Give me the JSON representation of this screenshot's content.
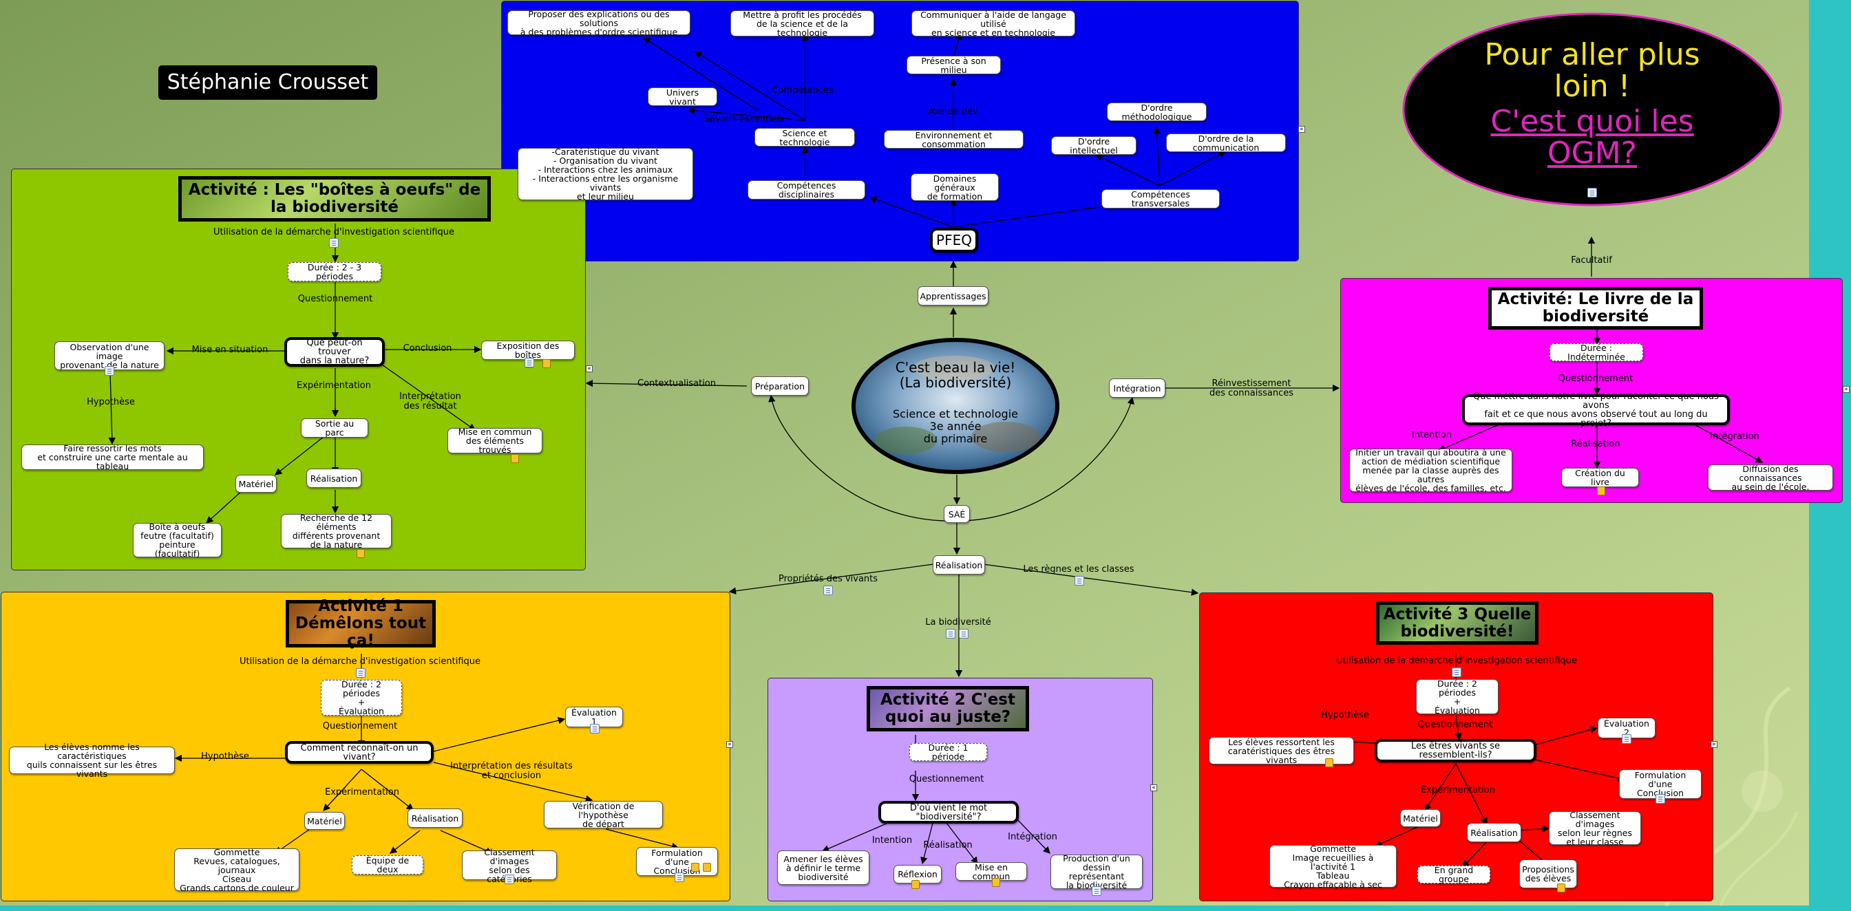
{
  "author": "Stéphanie Crousset",
  "center": {
    "title": "C'est beau la vie!\n(La biodiversité)",
    "subtitle": "Science et technologie\n3e année\ndu primaire"
  },
  "hubs": {
    "pfeq": "PFEQ",
    "apprentissages": "Apprentissages",
    "preparation": "Préparation",
    "integration": "Intégration",
    "sae": "SAÉ",
    "realisation": "Réalisation"
  },
  "links": {
    "contextualisation": "Contextualisation",
    "reinvestissement": "Réinvestissement\ndes connaissances",
    "proprietes": "Propriétés des vivants",
    "biodiversite": "La biodiversité",
    "regnes": "Les règnes et les classes",
    "facultatif": "Facultatif"
  },
  "pfeq": {
    "n1": "Proposer des explications ou des solutions\nà des problèmes d'ordre scientifique",
    "n2": "Mettre à profit les procédés\nde la science et de la technologie",
    "n3": "Communiquer à l'aide de langage utilisé\nen science et en technologie",
    "presence": "Présence à son milieu",
    "univers": "Univers vivant",
    "science": "Science et technologie",
    "environnement": "Environnement et consommation",
    "methodo": "D'ordre méthodologique",
    "intellectuel": "D'ordre intellectuel",
    "communication": "D'ordre de la communication",
    "caracteristique": "-Caratéristique du vivant\n- Organisation du vivant\n- Interactions chez les animaux\n- Interactions entre les organisme vivants\net leur milieu",
    "comp_disc": "Compétences disciplinaires",
    "domaines": "Domaines généraux\nde formation",
    "comp_trans": "Compétences transversales",
    "lbl_competences": "Compétences",
    "lbl_savoirs": "Savoirs essentiels",
    "lbl_axe": "Axe de dév."
  },
  "green": {
    "title": "Activité :\nLes \"boîtes à oeufs\" de la biodiversité",
    "demarche": "Utilisation de la démarche d'investigation scientifique",
    "duree": "Durée : 2 - 3 périodes",
    "questionnement": "Questionnement",
    "question": "Que peut-on trouver\ndans la nature?",
    "mise_situation": "Mise en situation",
    "observation": "Observation d'une image\nprovenant de la nature",
    "hypothese": "Hypothèse",
    "faire": "Faire ressortir les mots\net construire une carte mentale au tableau",
    "conclusion": "Conclusion",
    "exposition": "Exposition des boîtes",
    "experimentation": "Expérimentation",
    "interpretation": "Interprétation\ndes résultat",
    "mise_commun": "Mise en commun\ndes éléments trouvés",
    "sortie": "Sortie au parc",
    "materiel": "Matériel",
    "realisation": "Réalisation",
    "boite": "Boîte à oeufs\nfeutre (facultatif)\npeinture (facultatif)",
    "recherche": "Recherche de 12 éléments\ndifférents provenant\nde la nature"
  },
  "magenta": {
    "title": "Activité:\nLe livre de la biodiversité",
    "duree": "Durée : Indéterminée",
    "questionnement": "Questionnement",
    "question": "Que mettre dans notre livre pour raconter ce que nous avons\nfait et ce que nous avons observé tout au long du projet?",
    "intention": "Intention",
    "realisation": "Réalisation",
    "integration": "Intégration",
    "initier": "Initier un travail qui aboutira à une\naction de médiation scientifique\nmenée par la classe auprès des autres\nélèves de l'école, des familles, etc.",
    "creation": "Création du livre",
    "diffusion": "Diffusion des connaissances\nau sein de l'école."
  },
  "ogm": {
    "line1": "Pour aller plus loin !",
    "line2": "C'est quoi les OGM?",
    "color1": "#f4e41a",
    "color2": "#e025c0"
  },
  "yellow": {
    "title": "Activité 1\nDémêlons tout ça!",
    "demarche": "Utilisation de la démarche d'investigation scientifique",
    "duree": "Durée : 2 périodes\n+\nÉvaluation",
    "questionnement": "Questionnement",
    "question": "Comment reconnaît-on un vivant?",
    "hypothese": "Hypothèse",
    "eleves": "Les élèves nomme les caractéristiques\nquils connaissent sur les êtres vivants",
    "evaluation": "Évaluation 1",
    "interpretation": "Interprétation des résultats\net conclusion",
    "verification": "Vérification de l'hypothèse\nde départ",
    "formulation": "Formulation d'une\nConclusion",
    "experimentation": "Expérimentation",
    "materiel": "Matériel",
    "realisation": "Réalisation",
    "gommette": "Gommette\nRevues, catalogues, journaux\nCiseau\nGrands cartons de couleur",
    "equipe": "Équipe de deux",
    "classement": "Classement d'images\nselon des catégories"
  },
  "purple": {
    "title": "Activité 2\nC'est quoi au juste?",
    "duree": "Durée : 1 période",
    "questionnement": "Questionnement",
    "question": "D'où vient le mot \"biodiversité\"?",
    "intention": "Intention",
    "realisation": "Réalisation",
    "integration": "Intégration",
    "amener": "Amener les élèves\nà définir le terme\nbiodiversité",
    "reflexion": "Réflexion",
    "mise_commun": "Mise en commun",
    "production": "Production d'un\ndessin représentant\nla biodiversité"
  },
  "red": {
    "title": "Activité 3\nQuelle biodiversité!",
    "demarche": "Utilisation de la démarche d'investigation scientifique",
    "duree": "Durée : 2 périodes\n+\nÉvaluation",
    "questionnement": "Questionnement",
    "hypothese": "Hypothèse",
    "eleves": "Les élèves ressortent les\ncaratéristiques des êtres vivants",
    "question": "Les êtres vivants se ressemblent-ils?",
    "evaluation": "Évaluation 2",
    "formulation": "Formulation d'une\nConclusion",
    "experimentation": "Expérimentation",
    "materiel": "Matériel",
    "realisation": "Réalisation",
    "gommette": "Gommette\nImage recueillies à l'activité 1\nTableau\nCrayon effaçable à sec",
    "classement": "Classement d'images\nselon leur règnes\net leur classe",
    "grand_groupe": "En grand groupe",
    "propositions": "Propositions\ndes élèves"
  },
  "colors": {
    "blue": "#0000f0",
    "green": "#8ec600",
    "magenta": "#ff00ff",
    "yellow": "#ffc800",
    "purple": "#c89bff",
    "red": "#ff0000",
    "background": "#9bbc72",
    "frame": "#2ec4c4"
  }
}
